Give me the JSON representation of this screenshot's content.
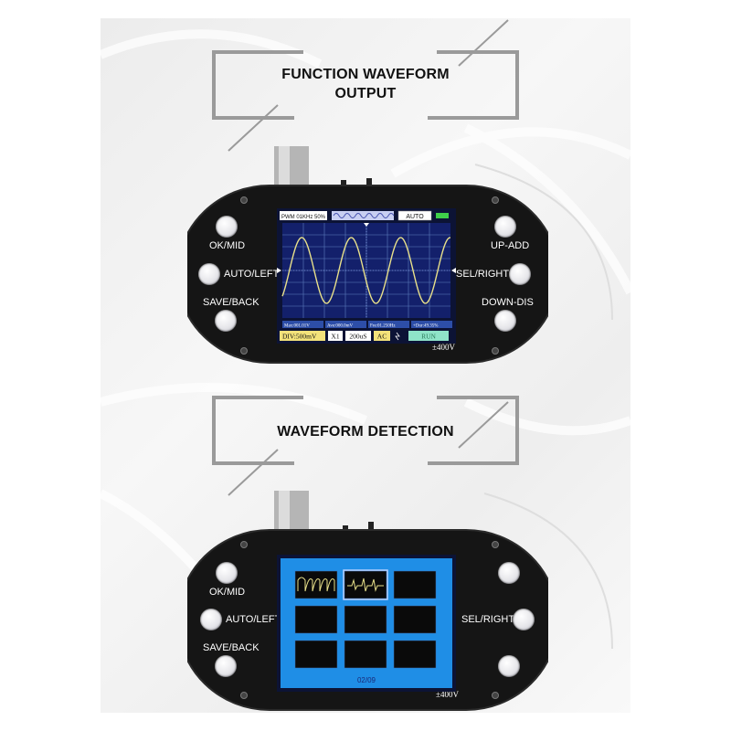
{
  "section1": {
    "title_line1": "FUNCTION WAVEFORM",
    "title_line2": "OUTPUT"
  },
  "section2": {
    "title": "WAVEFORM DETECTION"
  },
  "device1": {
    "buttons": {
      "ok_mid": "OK/MID",
      "auto_left": "AUTO/LEFT",
      "save_back": "SAVE/BACK",
      "up_add": "UP-ADD",
      "sel_right": "SEL/RIGHT",
      "down_dis": "DOWN-DIS"
    },
    "voltage": "±400V",
    "screen": {
      "pwm": "PWM 01KHz 50%",
      "mode": "AUTO",
      "max": "Max:001.01V",
      "ave": "Ave:000.0mV",
      "freq": "Fre:01.250Hz",
      "duty": "+Dur:49.35%",
      "div": "DIV:500mV",
      "probe": "X1",
      "time": "200uS",
      "coupling": "AC",
      "run": "RUN"
    }
  },
  "device2": {
    "buttons": {
      "ok_mid": "OK/MID",
      "auto_left": "AUTO/LEFT",
      "save_back": "SAVE/BACK",
      "sel_right": "SEL/RIGHT"
    },
    "voltage": "±400V",
    "screen": {
      "page": "02/09"
    }
  },
  "colors": {
    "screen_bg": "#13206b",
    "grid": "#5f7fbf",
    "trace": "#e8e08a",
    "gallery_bg": "#1f8ee6",
    "status_bar": "#4a7fd8"
  }
}
